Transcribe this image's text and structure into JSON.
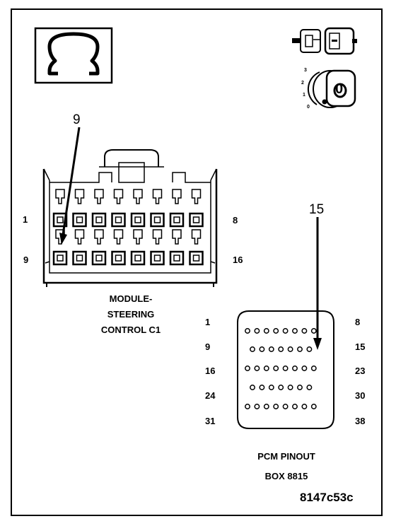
{
  "c1_connector": {
    "callout": "9",
    "pin_left_top": "1",
    "pin_left_bottom": "9",
    "pin_right_top": "8",
    "pin_right_bottom": "16",
    "caption": [
      "MODULE-",
      "STEERING",
      "CONTROL C1"
    ]
  },
  "pcm_connector": {
    "callout": "15",
    "row_labels_left": [
      "1",
      "9",
      "16",
      "24",
      "31"
    ],
    "row_labels_right": [
      "8",
      "15",
      "23",
      "30",
      "38"
    ],
    "row_pin_counts": [
      8,
      7,
      8,
      7,
      8
    ],
    "caption": [
      "PCM PINOUT",
      "BOX 8815"
    ]
  },
  "ignition_dial": {
    "positions": [
      "3",
      "2",
      "1",
      "0"
    ],
    "key_mark": "0"
  },
  "icons": {
    "top_left": "ohm-symbol-icon",
    "top_right": "connector-plug-icon",
    "dial": "ignition-key-icon"
  },
  "figure_id": "8147c53c"
}
